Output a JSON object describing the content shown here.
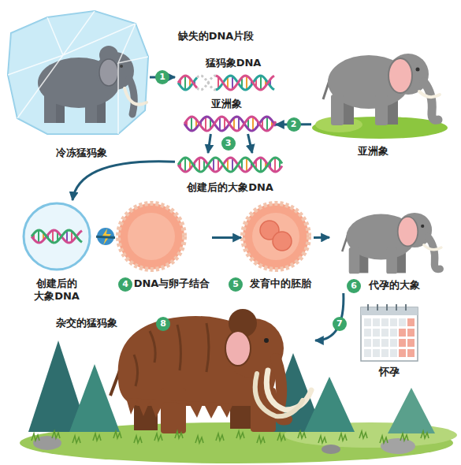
{
  "diagram": {
    "nodes": [
      {
        "text": [
          "冷冻猛犸象"
        ]
      },
      {
        "text": [
          "缺失的DNA片段",
          "猛犸象DNA"
        ]
      },
      {
        "text": [
          "亚洲象"
        ]
      },
      {
        "text": [
          "亚洲象"
        ]
      },
      {
        "text": [
          "创建后的大象DNA"
        ]
      },
      {
        "text": [
          "创建后的 大象DNA"
        ]
      },
      {
        "text": [
          "DNA与卵子结合"
        ]
      },
      {
        "text": [
          "发育中的胚胎"
        ]
      },
      {
        "text": [
          "代孕的大象"
        ]
      },
      {
        "text": [
          "怀孕"
        ]
      },
      {
        "text": [
          "杂交的猛犸象"
        ]
      }
    ],
    "edges": [
      {
        "from": 0,
        "to": 1,
        "arrow": "to",
        "label": "1"
      },
      {
        "from": 2,
        "to": 3,
        "arrow": "to",
        "label": "2"
      },
      {
        "from": 3,
        "to": 4,
        "arrow": "to",
        "label": "3"
      },
      {
        "from": 3,
        "to": 4,
        "arrow": "to"
      },
      {
        "from": 4,
        "to": 5,
        "arrow": "to"
      },
      {
        "from": 5,
        "to": 6,
        "arrow": "none"
      },
      {
        "from": 6,
        "to": 7,
        "arrow": "to"
      },
      {
        "from": 7,
        "to": 8,
        "arrow": "to"
      },
      {
        "from": 8,
        "to": 10,
        "arrow": "to",
        "label": "7"
      }
    ],
    "labels": [
      "4",
      "5",
      "6",
      "8"
    ]
  }
}
